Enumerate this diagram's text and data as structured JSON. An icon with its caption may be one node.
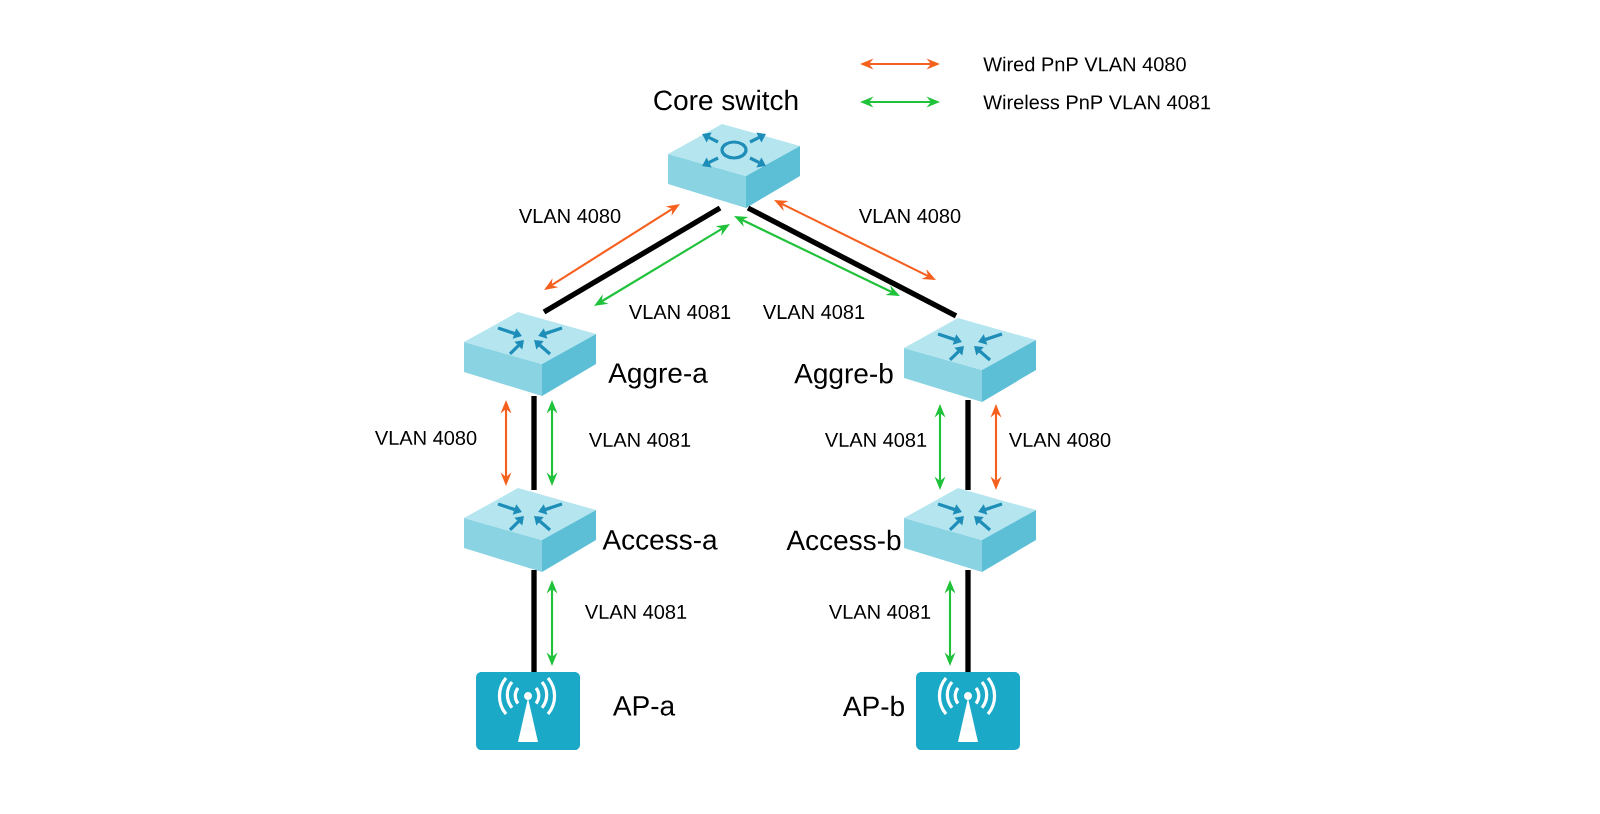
{
  "diagram": {
    "nodes": [
      {
        "text": [
          "Core switch"
        ]
      },
      {
        "text": [
          "Aggre-a"
        ]
      },
      {
        "text": [
          "Aggre-b"
        ]
      },
      {
        "text": [
          "Access-a"
        ]
      },
      {
        "text": [
          "Access-b"
        ]
      },
      {
        "text": [
          "AP-a"
        ]
      },
      {
        "text": [
          "AP-b"
        ]
      }
    ],
    "edges": [
      {
        "from": 0,
        "to": 1,
        "arrow": "none",
        "style": "thick",
        "color": "#000000"
      },
      {
        "from": 0,
        "to": 2,
        "arrow": "none",
        "style": "thick",
        "color": "#000000"
      },
      {
        "from": 1,
        "to": 3,
        "arrow": "none",
        "style": "thick",
        "color": "#000000"
      },
      {
        "from": 2,
        "to": 4,
        "arrow": "none",
        "style": "thick",
        "color": "#000000"
      },
      {
        "from": 3,
        "to": 5,
        "arrow": "none",
        "style": "thick",
        "color": "#000000"
      },
      {
        "from": 4,
        "to": 6,
        "arrow": "none",
        "style": "thick",
        "color": "#000000"
      },
      {
        "from": 0,
        "to": 1,
        "arrow": "both",
        "label": "VLAN 4080",
        "color": "#f5601e"
      },
      {
        "from": 0,
        "to": 1,
        "arrow": "both",
        "label": "VLAN 4081",
        "color": "#1fc23a"
      },
      {
        "from": 0,
        "to": 2,
        "arrow": "both",
        "label": "VLAN 4080",
        "color": "#f5601e"
      },
      {
        "from": 0,
        "to": 2,
        "arrow": "both",
        "label": "VLAN 4081",
        "color": "#1fc23a"
      },
      {
        "from": 1,
        "to": 3,
        "arrow": "both",
        "label": "VLAN 4080",
        "color": "#f5601e"
      },
      {
        "from": 1,
        "to": 3,
        "arrow": "both",
        "label": "VLAN 4081",
        "color": "#1fc23a"
      },
      {
        "from": 2,
        "to": 4,
        "arrow": "both",
        "label": "VLAN 4081",
        "color": "#1fc23a"
      },
      {
        "from": 2,
        "to": 4,
        "arrow": "both",
        "label": "VLAN 4080",
        "color": "#f5601e"
      },
      {
        "from": 3,
        "to": 5,
        "arrow": "both",
        "label": "VLAN 4081",
        "color": "#1fc23a"
      },
      {
        "from": 4,
        "to": 6,
        "arrow": "both",
        "label": "VLAN 4081",
        "color": "#1fc23a"
      }
    ],
    "legend": [
      {
        "text": "Wired PnP VLAN 4080",
        "color": "#f5601e"
      },
      {
        "text": "Wireless PnP VLAN 4081",
        "color": "#1fc23a"
      }
    ]
  }
}
